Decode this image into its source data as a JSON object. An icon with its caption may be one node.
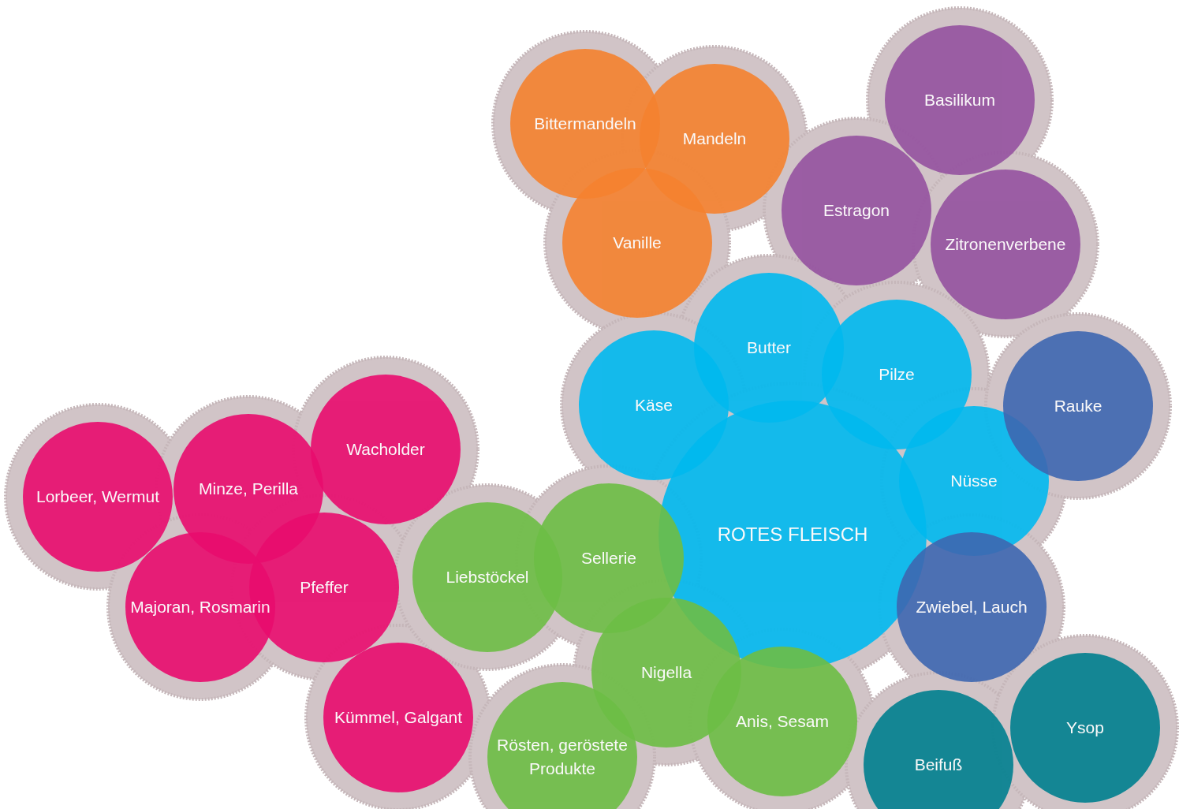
{
  "diagram": {
    "nodes": [
      {
        "text": [
          "Bittermandeln"
        ]
      },
      {
        "text": [
          "Mandeln"
        ]
      },
      {
        "text": [
          "Vanille"
        ]
      },
      {
        "text": [
          "Basilikum"
        ]
      },
      {
        "text": [
          "Estragon"
        ]
      },
      {
        "text": [
          "Zitronenverbene"
        ]
      },
      {
        "text": [
          "Butter"
        ]
      },
      {
        "text": [
          "Käse"
        ]
      },
      {
        "text": [
          "Pilze"
        ]
      },
      {
        "text": [
          "ROTES FLEISCH"
        ]
      },
      {
        "text": [
          "Nüsse"
        ]
      },
      {
        "text": [
          "Rauke"
        ]
      },
      {
        "text": [
          "Zwiebel, Lauch"
        ]
      },
      {
        "text": [
          "Lorbeer, Wermut"
        ]
      },
      {
        "text": [
          "Minze, Perilla"
        ]
      },
      {
        "text": [
          "Wacholder"
        ]
      },
      {
        "text": [
          "Majoran, Rosmarin"
        ]
      },
      {
        "text": [
          "Pfeffer"
        ]
      },
      {
        "text": [
          "Kümmel, Galgant"
        ]
      },
      {
        "text": [
          "Liebstöckel"
        ]
      },
      {
        "text": [
          "Sellerie"
        ]
      },
      {
        "text": [
          "Nigella"
        ]
      },
      {
        "text": [
          "Anis, Sesam"
        ]
      },
      {
        "text": [
          "Rösten, geröstete Produkte"
        ]
      },
      {
        "text": [
          "Beifuß"
        ]
      },
      {
        "text": [
          "Ysop"
        ]
      }
    ]
  }
}
